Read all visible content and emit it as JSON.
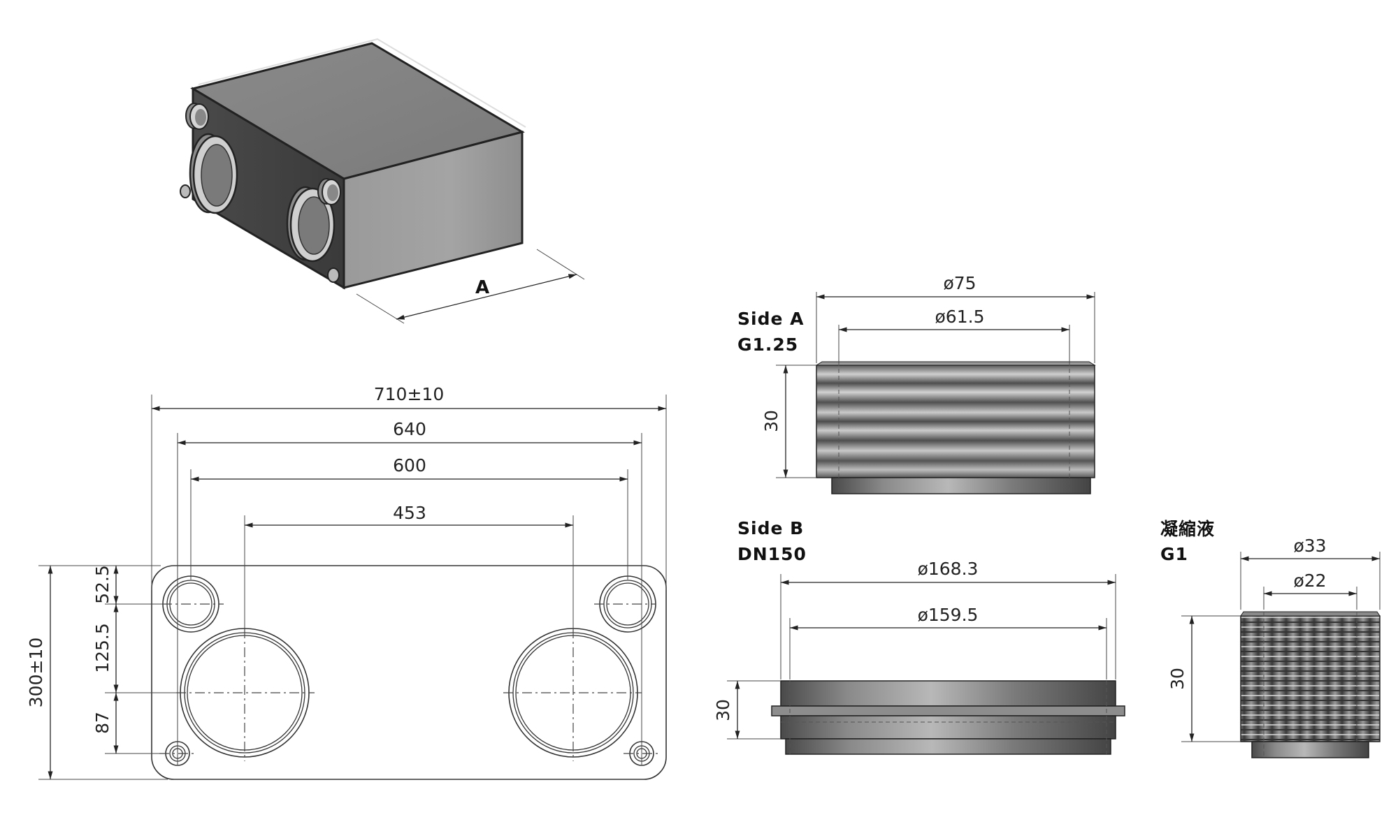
{
  "iso_view": {
    "dimension_label": "A"
  },
  "front_view": {
    "width_overall": "710±10",
    "width_640": "640",
    "width_600": "600",
    "width_453": "453",
    "height_overall": "300±10",
    "v_52_5": "52.5",
    "v_125_5": "125.5",
    "v_87": "87"
  },
  "side_a": {
    "title": "Side A",
    "thread": "G1.25",
    "outer_dia": "ø75",
    "inner_dia": "ø61.5",
    "length": "30"
  },
  "side_b": {
    "title": "Side B",
    "thread": "DN150",
    "outer_dia": "ø168.3",
    "inner_dia": "ø159.5",
    "length": "30"
  },
  "condensate": {
    "title": "凝縮液",
    "thread": "G1",
    "outer_dia": "ø33",
    "inner_dia": "ø22",
    "length": "30"
  }
}
